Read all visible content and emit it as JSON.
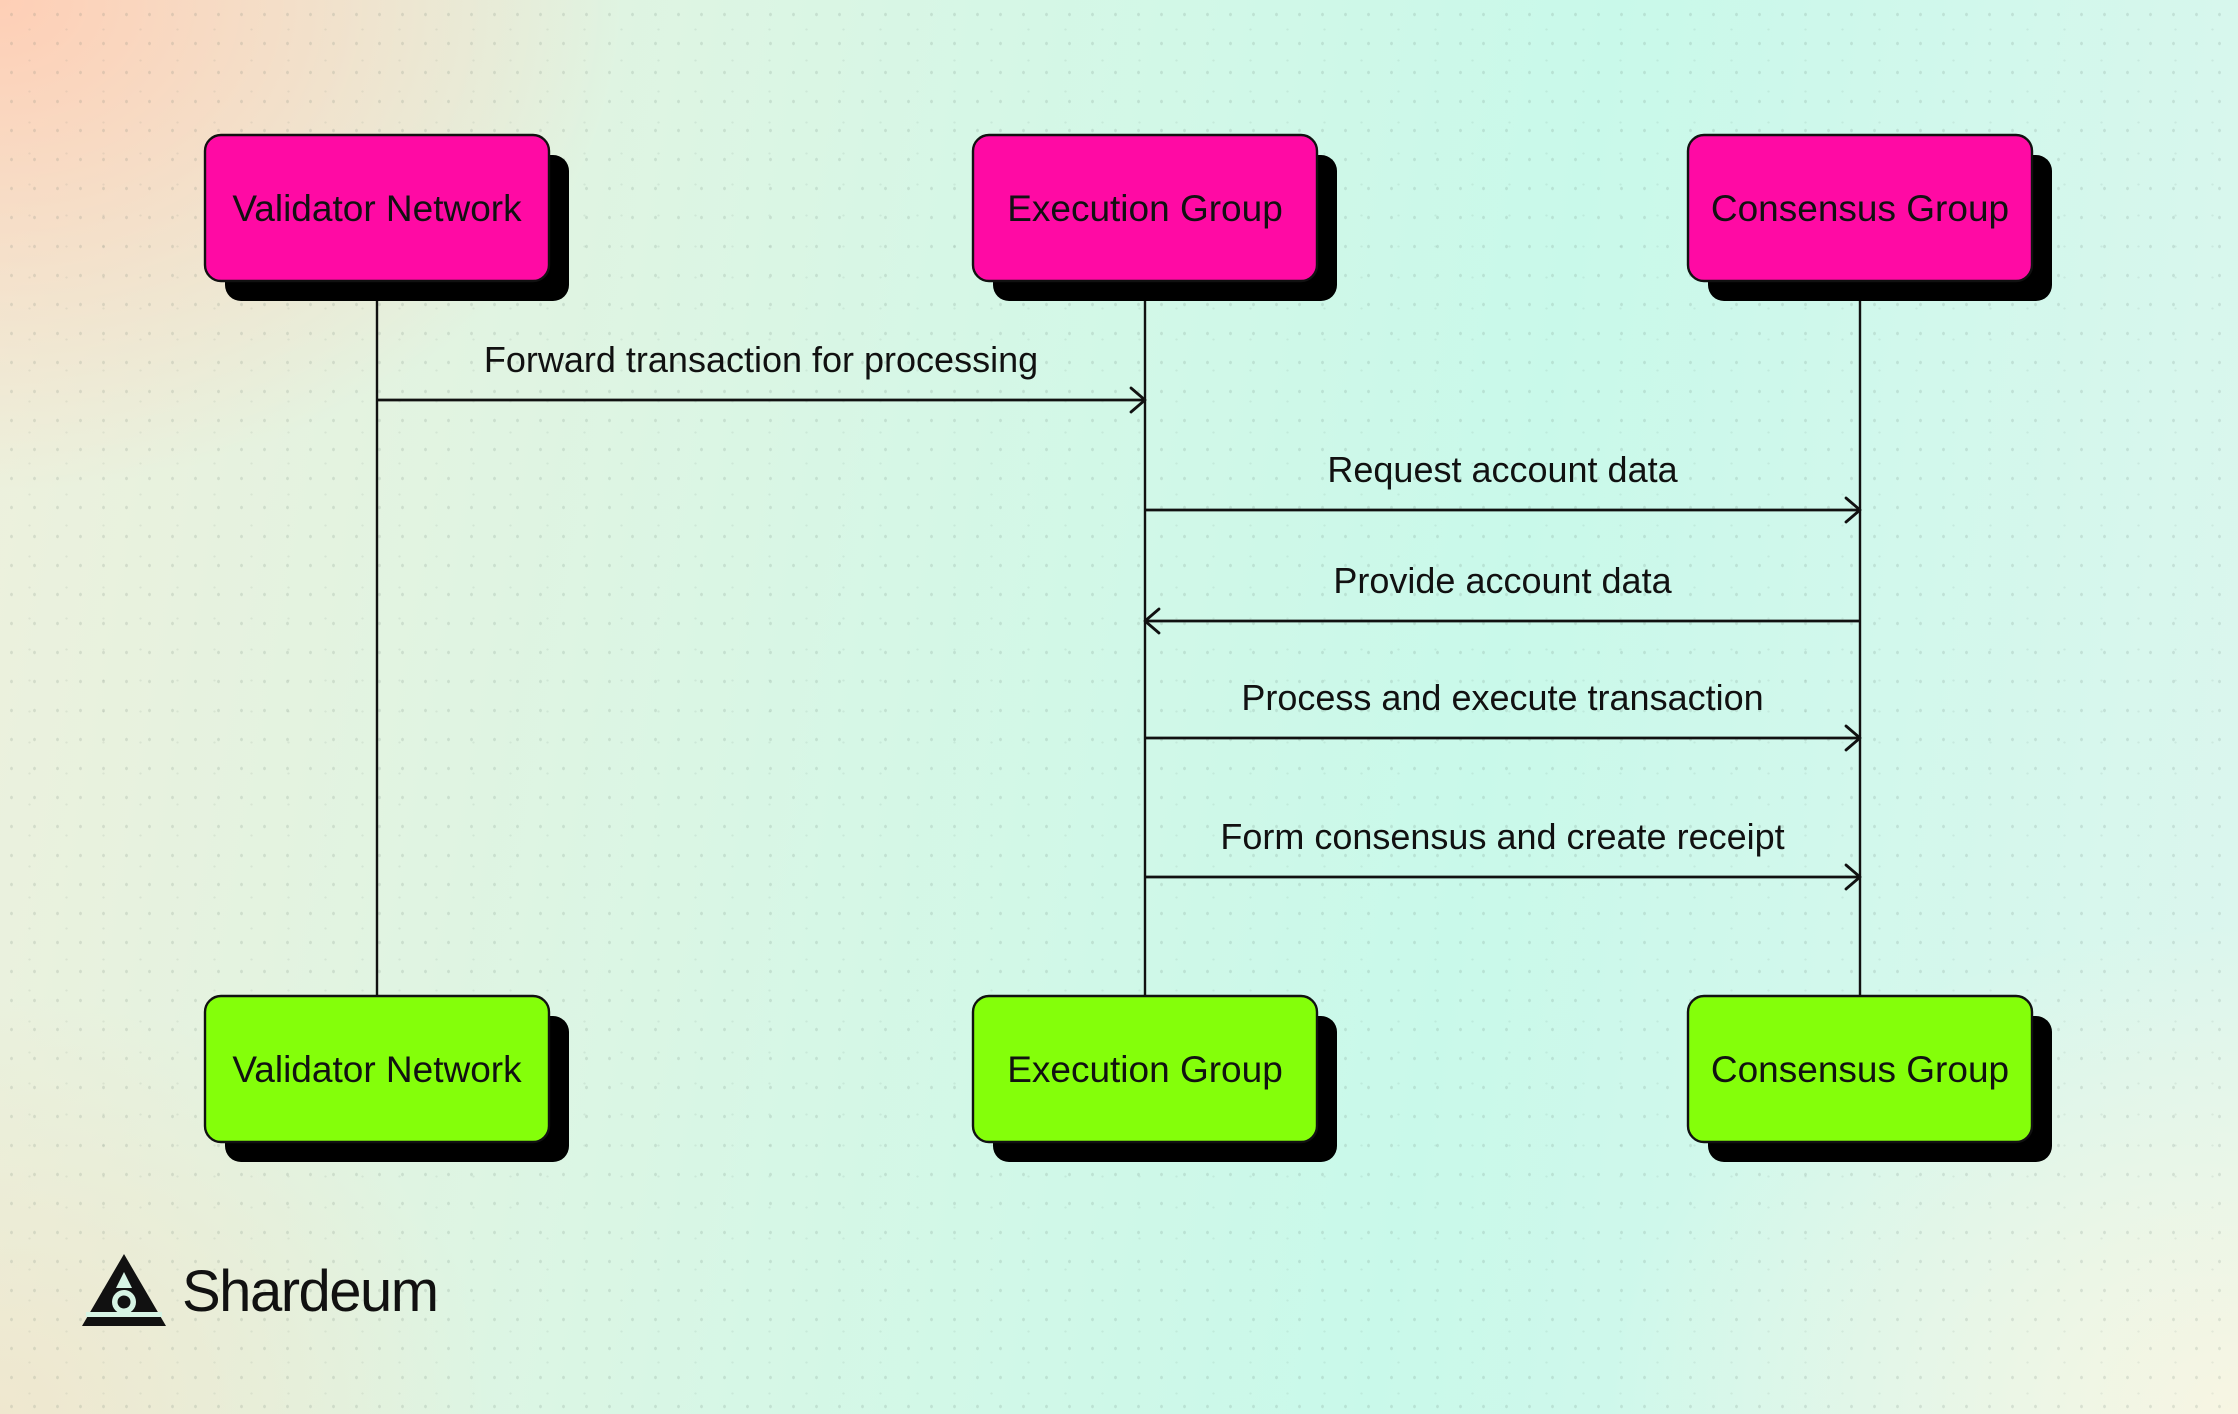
{
  "participants": [
    {
      "id": "validator",
      "label": "Validator Network"
    },
    {
      "id": "execution",
      "label": "Execution Group"
    },
    {
      "id": "consensus",
      "label": "Consensus Group"
    }
  ],
  "messages": [
    {
      "from": "validator",
      "to": "execution",
      "label": "Forward transaction for processing"
    },
    {
      "from": "execution",
      "to": "consensus",
      "label": "Request account data"
    },
    {
      "from": "consensus",
      "to": "execution",
      "label": "Provide account data"
    },
    {
      "from": "execution",
      "to": "consensus",
      "label": "Process and execute transaction"
    },
    {
      "from": "execution",
      "to": "consensus",
      "label": "Form consensus and create receipt"
    }
  ],
  "colors": {
    "top_box": "#ff0aa4",
    "bottom_box": "#84ff0a",
    "line": "#111111"
  },
  "brand": {
    "name": "Shardeum",
    "icon": "shardeum-logo-icon"
  }
}
